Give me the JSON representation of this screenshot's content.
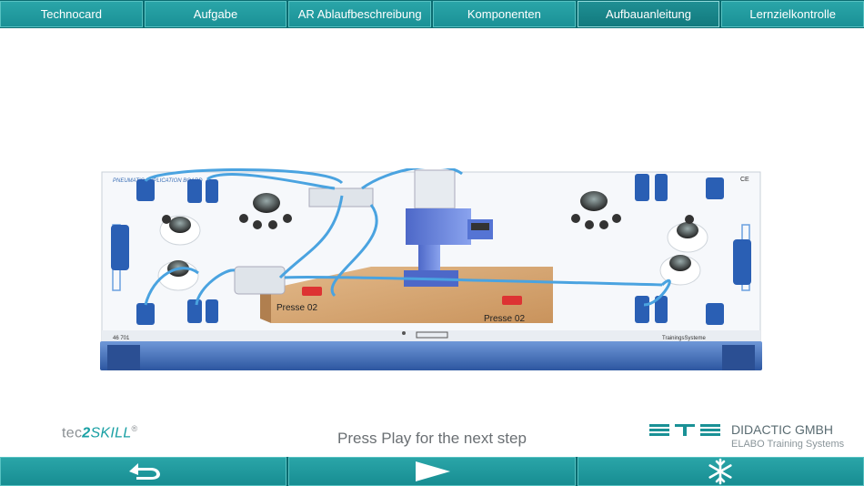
{
  "tabs": [
    {
      "label": "Technocard",
      "active": false
    },
    {
      "label": "Aufgabe",
      "active": false
    },
    {
      "label": "AR Ablaufbeschreibung",
      "active": false
    },
    {
      "label": "Komponenten",
      "active": false
    },
    {
      "label": "Aufbauanleitung",
      "active": true
    },
    {
      "label": "Lernzielkontrolle",
      "active": false
    }
  ],
  "scene": {
    "board_title": "PNEUMATIC APPLICATION BOARD",
    "board_id": "46 701",
    "board_brand": "TrainingsSysteme",
    "ce_mark": "CE",
    "press_label_left": "Presse 02",
    "press_label_right": "Presse 02"
  },
  "brand_left": {
    "part1": "tec",
    "part2": "2",
    "part3": "SKILL",
    "reg": "®"
  },
  "hint": "Press Play for the next step",
  "brand_right": {
    "logo_text": "ETS",
    "company": "DIDACTIC GMBH",
    "subtitle": "ELABO Training Systems"
  },
  "toolbar": {
    "back_icon": "return-arrow-icon",
    "play_icon": "play-icon",
    "freeze_icon": "snowflake-icon"
  },
  "colors": {
    "accent": "#1a9196",
    "accent_dark": "#0b6b70",
    "board_base": "#3a67b2"
  }
}
